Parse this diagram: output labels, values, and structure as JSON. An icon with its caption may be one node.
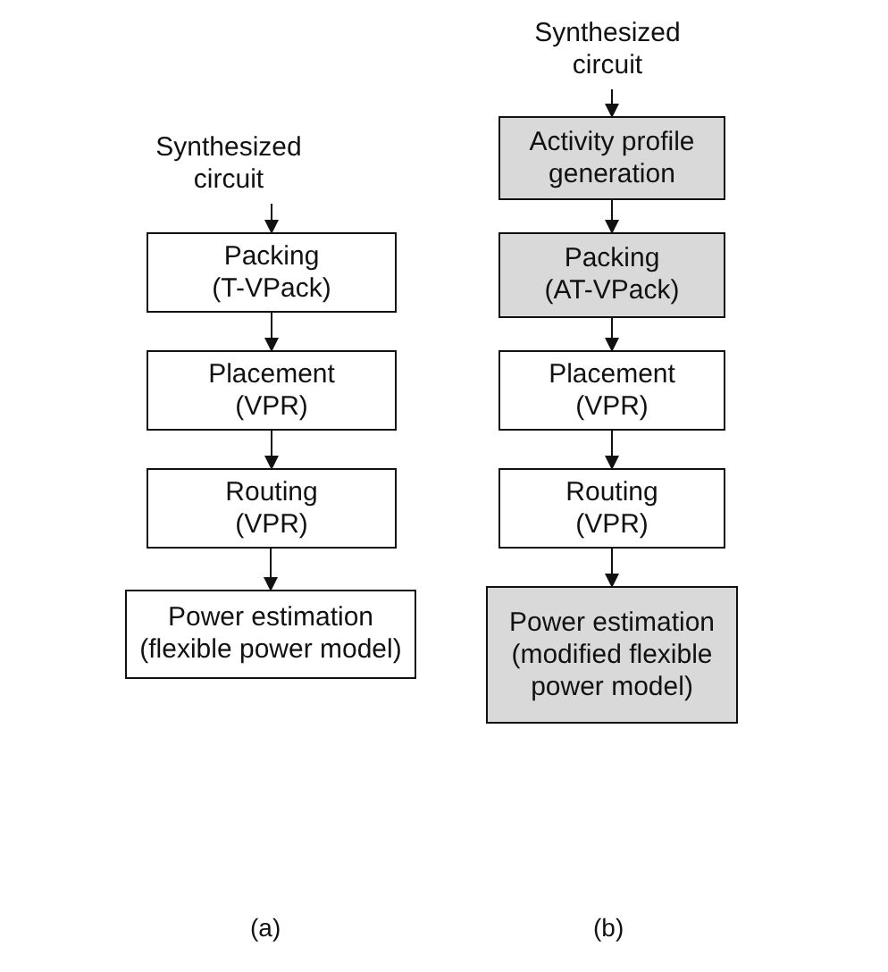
{
  "diagram": {
    "nodes": [
      {
        "text": [
          "Synthesized circuit"
        ]
      },
      {
        "text": [
          "Packing",
          "(T-VPack)"
        ]
      },
      {
        "text": [
          "Placement",
          "(VPR)"
        ]
      },
      {
        "text": [
          "Routing",
          "(VPR)"
        ]
      },
      {
        "text": [
          "Power estimation",
          "(flexible power model)"
        ]
      },
      {
        "text": [
          "Synthesized circuit"
        ]
      },
      {
        "text": [
          "Activity profile generation"
        ]
      },
      {
        "text": [
          "Packing",
          "(AT-VPack)"
        ]
      },
      {
        "text": [
          "Placement",
          "(VPR)"
        ]
      },
      {
        "text": [
          "Routing",
          "(VPR)"
        ]
      },
      {
        "text": [
          "Power estimation",
          "(modified flexible power model)"
        ]
      }
    ],
    "edges": [
      {
        "from": 0,
        "to": 1,
        "arrow": "to"
      },
      {
        "from": 1,
        "to": 2,
        "arrow": "to"
      },
      {
        "from": 2,
        "to": 3,
        "arrow": "to"
      },
      {
        "from": 3,
        "to": 4,
        "arrow": "to"
      },
      {
        "from": 5,
        "to": 6,
        "arrow": "to"
      },
      {
        "from": 6,
        "to": 7,
        "arrow": "to"
      },
      {
        "from": 7,
        "to": 8,
        "arrow": "to"
      },
      {
        "from": 8,
        "to": 9,
        "arrow": "to"
      },
      {
        "from": 9,
        "to": 10,
        "arrow": "to"
      }
    ],
    "labels": [
      "(a)",
      "(b)"
    ]
  }
}
